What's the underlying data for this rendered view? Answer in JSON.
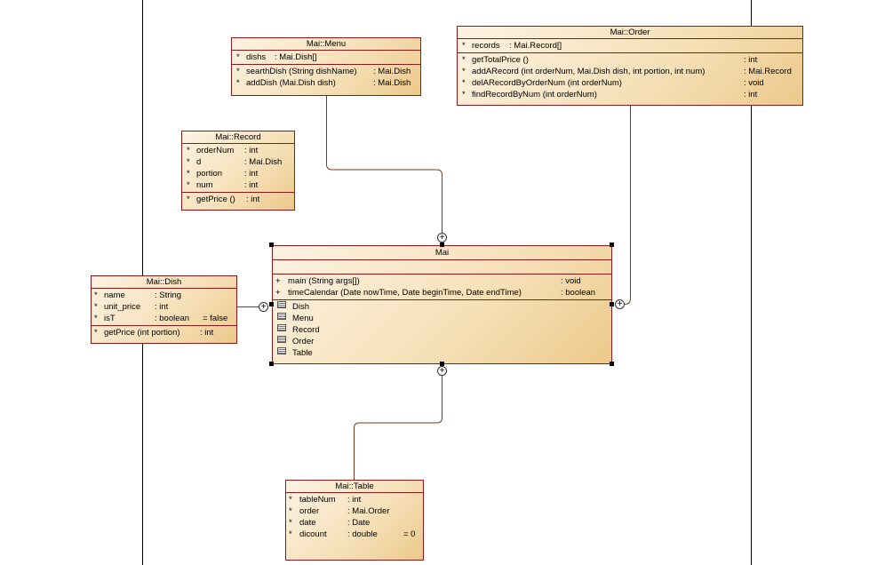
{
  "colors": {
    "border": "#8b1a1a",
    "fill_light": "#fcf3e2",
    "fill_dark": "#ecc98a",
    "line": "#7a3a1a"
  },
  "classes": {
    "menu": {
      "title": "Mai::Menu",
      "attributes": [
        {
          "vis": "*",
          "name": "dishs",
          "type": ": Mai.Dish[]"
        }
      ],
      "operations": [
        {
          "vis": "*",
          "name": "searthDish (String dishName)",
          "type": ": Mai.Dish"
        },
        {
          "vis": "*",
          "name": "addDish (Mai.Dish dish)",
          "type": ": Mai.Dish"
        }
      ]
    },
    "order": {
      "title": "Mai::Order",
      "attributes": [
        {
          "vis": "*",
          "name": "records",
          "type": ": Mai.Record[]"
        }
      ],
      "operations": [
        {
          "vis": "*",
          "name": "getTotalPrice ()",
          "type": ": int"
        },
        {
          "vis": "*",
          "name": "addARecord (int orderNum, Mai.Dish dish, int portion, int num)",
          "type": ": Mai.Record"
        },
        {
          "vis": "*",
          "name": "delARecordByOrderNum (int orderNum)",
          "type": ": void"
        },
        {
          "vis": "*",
          "name": "findRecordByNum (int orderNum)",
          "type": ": int"
        }
      ]
    },
    "record": {
      "title": "Mai::Record",
      "attributes": [
        {
          "vis": "*",
          "name": "orderNum",
          "type": ": int"
        },
        {
          "vis": "*",
          "name": "d",
          "type": ": Mai.Dish"
        },
        {
          "vis": "*",
          "name": "portion",
          "type": ": int"
        },
        {
          "vis": "*",
          "name": "num",
          "type": ": int"
        }
      ],
      "operations": [
        {
          "vis": "*",
          "name": "getPrice ()",
          "type": ": int"
        }
      ]
    },
    "dish": {
      "title": "Mai::Dish",
      "attributes": [
        {
          "vis": "*",
          "name": "name",
          "type": ": String",
          "default": ""
        },
        {
          "vis": "*",
          "name": "unit_price",
          "type": ": int",
          "default": ""
        },
        {
          "vis": "*",
          "name": "isT",
          "type": ": boolean",
          "default": "= false"
        }
      ],
      "operations": [
        {
          "vis": "*",
          "name": "getPrice (int portion)",
          "type": ": int"
        }
      ]
    },
    "mai": {
      "title": "Mai",
      "operations": [
        {
          "vis": "+",
          "name": "main (String args[])",
          "type": ": void"
        },
        {
          "vis": "+",
          "name": "timeCalendar (Date nowTime, Date beginTime, Date endTime)",
          "type": ": boolean"
        }
      ],
      "nested": [
        "Dish",
        "Menu",
        "Record",
        "Order",
        "Table"
      ]
    },
    "table": {
      "title": "Mai::Table",
      "attributes": [
        {
          "vis": "*",
          "name": "tableNum",
          "type": ": int",
          "default": ""
        },
        {
          "vis": "*",
          "name": "order",
          "type": ": Mai.Order",
          "default": ""
        },
        {
          "vis": "*",
          "name": "date",
          "type": ": Date",
          "default": ""
        },
        {
          "vis": "*",
          "name": "dicount",
          "type": ": double",
          "default": "= 0"
        }
      ]
    }
  },
  "connector_symbol": "+"
}
